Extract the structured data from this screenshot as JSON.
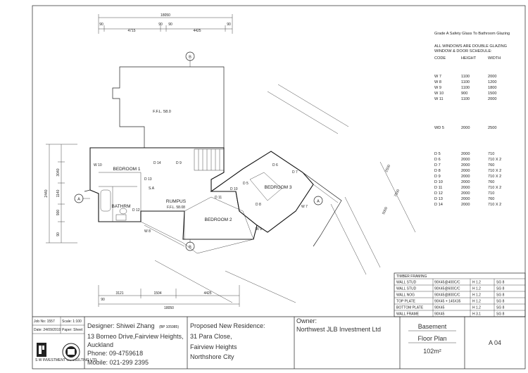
{
  "dimensions": {
    "top_overall": "18050",
    "top_90_left": "90",
    "top_90_mid_a": "90",
    "top_90_mid_b": "90",
    "top_90_right": "90",
    "top_4715": "4715",
    "top_4425": "4425",
    "bottom_overall": "18050",
    "bottom_3121": "3121",
    "bottom_1504": "1504",
    "bottom_4425": "4425",
    "bottom_90": "90",
    "left_2440": "2440",
    "left_3040": "3040",
    "left_1140": "1140",
    "left_900": "900",
    "left_90": "90",
    "right_2500": "2500",
    "right_5000": "5000",
    "right_7500": "7500"
  },
  "rooms": {
    "deck_label": "F.F.L. 58.0",
    "bedroom1": "BEDROOM 1",
    "rumpus": "RUMPUS",
    "rumpus_level": "F.F.L. 58.08",
    "bedroom2": "BEDROOM 2",
    "bedroom3": "BEDROOM 3",
    "bathroom": "BATHRM",
    "sa": "S.A"
  },
  "tags": {
    "w10": "W 10",
    "w9": "W 9",
    "w8": "W 8",
    "w7": "W 7",
    "d14": "D 14",
    "d9": "D 9",
    "d13": "D 13",
    "d12": "D 12",
    "d11": "D 11",
    "d10": "D 10",
    "d6": "D 6",
    "d5": "D 5",
    "d8": "D 8",
    "d7": "D 7"
  },
  "section_markers": {
    "top": "B",
    "bottom": "B",
    "left": "A",
    "right": "A"
  },
  "notes": {
    "glazing": "Grade A Safety Glass To Bathroom Glazing",
    "double_glazing": "ALL WINDOWS ARE DOUBLE GLAZING",
    "schedule": "WINDOW & DOOR SCHEDULE:"
  },
  "schedule_headers": {
    "code": "CODE",
    "height": "HEIGHT",
    "width": "WIDTH"
  },
  "schedule": [
    {
      "code": "W 7",
      "height": "1100",
      "width": "2000"
    },
    {
      "code": "W 8",
      "height": "1100",
      "width": "1200"
    },
    {
      "code": "W 9",
      "height": "1100",
      "width": "1800"
    },
    {
      "code": "W 10",
      "height": "900",
      "width": "1500"
    },
    {
      "code": "W 11",
      "height": "1100",
      "width": "2000"
    },
    {
      "code": "WD 5",
      "height": "2000",
      "width": "2500"
    },
    {
      "code": "D 5",
      "height": "2000",
      "width": "710"
    },
    {
      "code": "D 6",
      "height": "2000",
      "width": "710 X 2"
    },
    {
      "code": "D 7",
      "height": "2000",
      "width": "760"
    },
    {
      "code": "D 8",
      "height": "2000",
      "width": "710 X 2"
    },
    {
      "code": "D 9",
      "height": "2000",
      "width": "710 X 2"
    },
    {
      "code": "D 10",
      "height": "2000",
      "width": "760"
    },
    {
      "code": "D 11",
      "height": "2000",
      "width": "710 X 2"
    },
    {
      "code": "D 12",
      "height": "2000",
      "width": "710"
    },
    {
      "code": "D 13",
      "height": "2000",
      "width": "760"
    },
    {
      "code": "D 14",
      "height": "2000",
      "width": "710 X 2"
    }
  ],
  "timber": {
    "title": "TIMBER FRAMING",
    "rows": [
      {
        "item": "WALL STUD",
        "size": "90X45@400C/C",
        "h": "H 1.2",
        "sg": "SG 8"
      },
      {
        "item": "WALL STUD",
        "size": "90X45@600C/C",
        "h": "H 1.2",
        "sg": "SG 8"
      },
      {
        "item": "WALL NOG",
        "size": "90X45@800C/C",
        "h": "H 1.2",
        "sg": "SG 8"
      },
      {
        "item": "TOP PLATE",
        "size": "90X45 + 145X35",
        "h": "H 1.2",
        "sg": "SG 8"
      },
      {
        "item": "BOTTOM PLATE",
        "size": "90X45",
        "h": "H 1.2",
        "sg": "SG 8"
      },
      {
        "item": "WALL FRAME",
        "size": "90X45",
        "h": "H 3.1",
        "sg": "SG 8"
      }
    ]
  },
  "title_block": {
    "job_no": "Job No: 1557",
    "scale": "Scale: 1:100",
    "date": "Date: 24/09/2019",
    "paper": "Paper: Sheet",
    "company": "S W INVESTMENT CONSULTING LTD",
    "designer": "Designer: Shiwei Zhang",
    "designer_lbp": "(BP 105985)",
    "address1": "13 Borneo Drive,Fairview Heights,",
    "address2": "Auckland",
    "phone": "Phone: 09-4759618",
    "mobile": "Mobile: 021-299 2395",
    "project_label": "Proposed New Residence:",
    "project_line1": "31 Para Close,",
    "project_line2": "Fairview Heights",
    "project_line3": "Northshore City",
    "owner_label": "Owner:",
    "owner": "Northwest JLB Investment Ltd",
    "sheet_title1": "Basement",
    "sheet_title2": "Floor Plan",
    "area": "102m²",
    "sheet_no": "A 04"
  }
}
